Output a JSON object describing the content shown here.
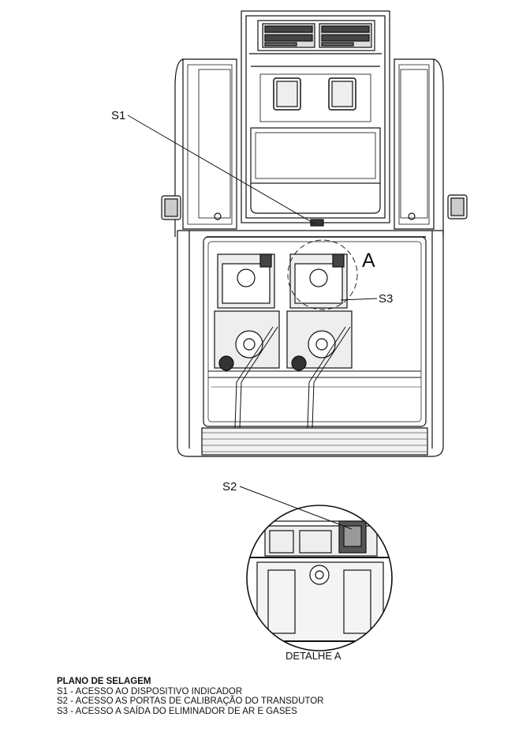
{
  "callouts": {
    "s1": "S1",
    "s2": "S2",
    "s3": "S3",
    "detail_marker": "A"
  },
  "detail_caption": "DETALHE A",
  "legend": {
    "title": "PLANO DE SELAGEM",
    "items": [
      "S1 - ACESSO AO DISPOSITIVO INDICADOR",
      "S2 - ACESSO AS PORTAS DE CALIBRAÇÃO DO TRANSDUTOR",
      "S3 - ACESSO A SAÍDA DO ELIMINADOR DE AR E GASES"
    ]
  }
}
